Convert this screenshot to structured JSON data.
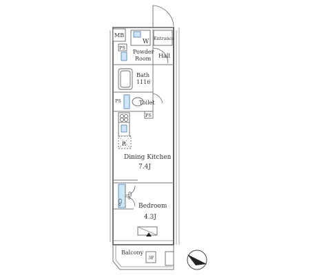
{
  "labels": {
    "mb": "MB",
    "w": "W",
    "entrance": "Entrance",
    "ps_top": "PS",
    "powder_room_1": "Powder",
    "powder_room_2": "Room",
    "hall": "Hall",
    "bath": "Bath",
    "bath_size": "1116",
    "ps_mid": "PS",
    "toilet": "Toilet",
    "ps_small": "PS",
    "r": "R",
    "dining_kitchen": "Dining Kitchen",
    "dk_size": "7.4J",
    "cl_1": "Clo",
    "cl_2": "Clo",
    "bedroom": "Bedroom",
    "bedroom_size": "4.3J",
    "balcony": "Balcony",
    "floor": "3F"
  },
  "colors": {
    "wall": "#555555",
    "fixture_blue": "#cfe6f7"
  },
  "icons": {
    "north": "north-arrow-icon"
  }
}
